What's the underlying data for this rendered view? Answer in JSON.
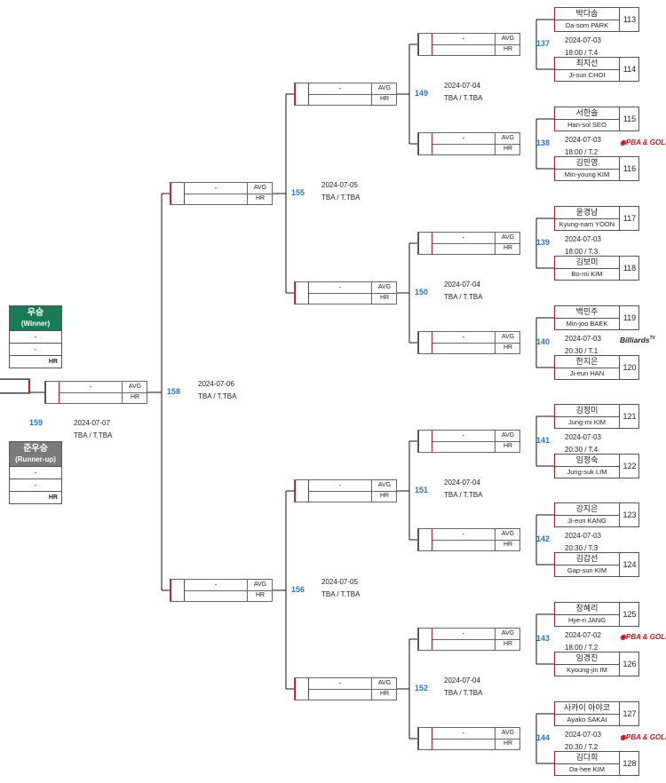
{
  "winner_box": {
    "title": "우승",
    "subtitle": "(Winner)",
    "line1": "-",
    "line2": "-",
    "hr_label": "HR",
    "color": "#1a7a54"
  },
  "runnerup_box": {
    "title": "준우승",
    "subtitle": "(Runner-up)",
    "line1": "-",
    "line2": "-",
    "hr_label": "HR",
    "color": "#7a7a7a"
  },
  "final_match": {
    "number": "159",
    "date": "2024-07-07",
    "venue": "TBA / T.TBA"
  },
  "matches": [
    {
      "id": "137",
      "score": "-",
      "avg": "AVG",
      "hr": "HR",
      "date": "2024-07-03",
      "time": "18:00 / T.4"
    },
    {
      "id": "138",
      "score": "-",
      "avg": "AVG",
      "hr": "HR",
      "date": "2024-07-03",
      "time": "18:00 / T.2"
    },
    {
      "id": "139",
      "score": "-",
      "avg": "AVG",
      "hr": "HR",
      "date": "2024-07-03",
      "time": "18:00 / T.3"
    },
    {
      "id": "140",
      "score": "-",
      "avg": "AVG",
      "hr": "HR",
      "date": "2024-07-03",
      "time": "20:30 / T.1"
    },
    {
      "id": "141",
      "score": "-",
      "avg": "AVG",
      "hr": "HR",
      "date": "2024-07-03",
      "time": "20:30 / T.4"
    },
    {
      "id": "142",
      "score": "-",
      "avg": "AVG",
      "hr": "HR",
      "date": "2024-07-03",
      "time": "20:30 / T.3"
    },
    {
      "id": "143",
      "score": "-",
      "avg": "AVG",
      "hr": "HR",
      "date": "2024-07-02",
      "time": "18:00 / T.2"
    },
    {
      "id": "144",
      "score": "-",
      "avg": "AVG",
      "hr": "HR",
      "date": "2024-07-03",
      "time": "20:30 / T.2"
    },
    {
      "id": "149",
      "score": "-",
      "avg": "AVG",
      "hr": "HR",
      "date": "2024-07-04",
      "time": "TBA / T.TBA"
    },
    {
      "id": "150",
      "score": "-",
      "avg": "AVG",
      "hr": "HR",
      "date": "2024-07-04",
      "time": "TBA / T.TBA"
    },
    {
      "id": "151",
      "score": "-",
      "avg": "AVG",
      "hr": "HR",
      "date": "2024-07-04",
      "time": "TBA / T.TBA"
    },
    {
      "id": "152",
      "score": "-",
      "avg": "AVG",
      "hr": "HR",
      "date": "2024-07-04",
      "time": "TBA / T.TBA"
    },
    {
      "id": "155",
      "score": "-",
      "avg": "AVG",
      "hr": "HR",
      "date": "2024-07-05",
      "time": "TBA / T.TBA"
    },
    {
      "id": "156",
      "score": "-",
      "avg": "AVG",
      "hr": "HR",
      "date": "2024-07-05",
      "time": "TBA / T.TBA"
    },
    {
      "id": "158",
      "score": "-",
      "avg": "AVG",
      "hr": "HR",
      "date": "2024-07-06",
      "time": "TBA / T.TBA"
    }
  ],
  "players": [
    {
      "kor": "박다솜",
      "eng": "Da-som PARK",
      "seed": "113"
    },
    {
      "kor": "최지선",
      "eng": "Ji-sun CHOI",
      "seed": "114"
    },
    {
      "kor": "서한솔",
      "eng": "Han-sol SEO",
      "seed": "115"
    },
    {
      "kor": "김민영",
      "eng": "Min-young KIM",
      "seed": "116"
    },
    {
      "kor": "윤경남",
      "eng": "Kyung-nam YOON",
      "seed": "117"
    },
    {
      "kor": "김보미",
      "eng": "Bo-mi KIM",
      "seed": "118"
    },
    {
      "kor": "백민주",
      "eng": "Min-joo BAEK",
      "seed": "119"
    },
    {
      "kor": "한지은",
      "eng": "Ji-eun HAN",
      "seed": "120"
    },
    {
      "kor": "김정미",
      "eng": "Jung-mi KIM",
      "seed": "121"
    },
    {
      "kor": "임정숙",
      "eng": "Jung-suk LIM",
      "seed": "122"
    },
    {
      "kor": "강지은",
      "eng": "Ji-eun KANG",
      "seed": "123"
    },
    {
      "kor": "김갑선",
      "eng": "Gap-sun KIM",
      "seed": "124"
    },
    {
      "kor": "장혜리",
      "eng": "Hye-ri JANG",
      "seed": "125"
    },
    {
      "kor": "임경진",
      "eng": "Kyoung-jin IM",
      "seed": "126"
    },
    {
      "kor": "사카이 아야코",
      "eng": "Ayako SAKAI",
      "seed": "127"
    },
    {
      "kor": "김다희",
      "eng": "Da-hee KIM",
      "seed": "128"
    }
  ],
  "broadcast_logos": [
    {
      "match": "138",
      "name": "PBA & GOLF",
      "icon": "nbc-peacock-icon"
    },
    {
      "match": "140",
      "name": "Billiards",
      "sup": "TV"
    },
    {
      "match": "143",
      "name": "PBA & GOLF",
      "icon": "nbc-peacock-icon"
    },
    {
      "match": "144",
      "name": "PBA & GOLF",
      "icon": "nbc-peacock-icon"
    }
  ],
  "colors": {
    "line": "#111111",
    "red": "#c0161b",
    "match_number": "#2e75b6"
  }
}
